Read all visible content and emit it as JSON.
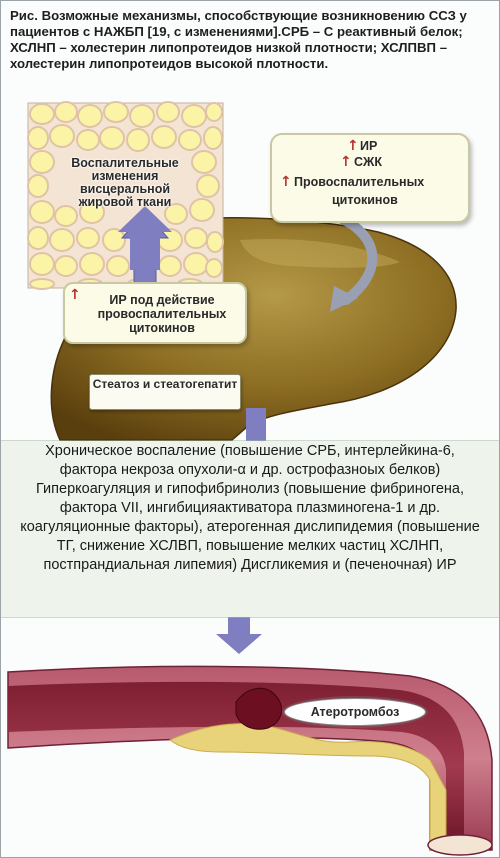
{
  "figure": {
    "caption": "Рис. Возможные механизмы, способствующие возникновению ССЗ у пациентов с НАЖБП [19, с изменениями].СРБ – С реактивный белок; ХСЛНП – холестерин липопротеидов низкой плотности; ХСЛПВП – холестерин липопротеидов высокой плотности."
  },
  "fat_tissue": {
    "label": "Воспалительные изменения висцеральной жировой ткани"
  },
  "liver_inputs": {
    "row1": "ИР",
    "row2": "СЖК",
    "row3": "Провоспалительных",
    "row4": "цитокинов"
  },
  "liver_feedback": {
    "label": "ИР под действие провоспалительных цитокинов"
  },
  "liver": {
    "label": "Стеатоз и стеатогепатит"
  },
  "consequences": {
    "text": "Хроническое воспаление (повышение СРБ, интерлейкина-6, фактора некроза опухоли-α и др. острофазноых белков) Гиперкоагуляция и гипофибринолиз (повышение фибриногена, фактора VII, ингибицияактиватора плазминогена-1 и др. коагуляционные факторы), атерогенная дислипидемия (повышение ТГ, снижение ХСЛВП, повышение мелких частиц ХСЛНП, постпрандиальная липемия) Дисгликемия и (печеночная) ИР"
  },
  "vessel": {
    "label": "Атеротромбоз"
  },
  "colors": {
    "liver": "#8a6a1e",
    "arrow_purple": "#7e7ec0",
    "up_arrow": "#b2362f",
    "green_panel": "#eef3ec",
    "callout_fill": "#fbfbe8"
  }
}
